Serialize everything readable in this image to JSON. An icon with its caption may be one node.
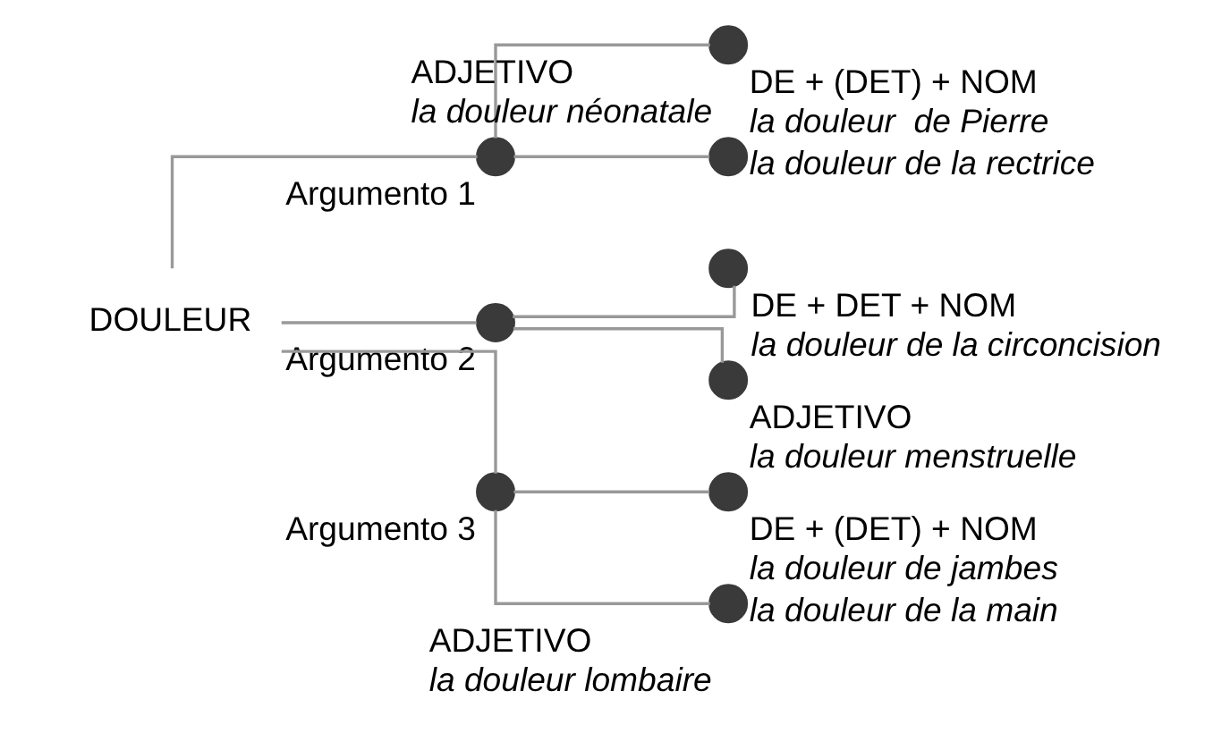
{
  "diagram": {
    "nodes": [
      {
        "text": [
          "DOULEUR"
        ]
      },
      {
        "text": [],
        "shape": "circle",
        "beside": [
          "Argumento 1"
        ]
      },
      {
        "text": [],
        "shape": "circle",
        "beside": [
          "DE + (DET) + NOM",
          "la douleur  de Pierre",
          "la douleur de la rectrice"
        ]
      },
      {
        "text": [],
        "shape": "circle",
        "beside": [
          "ADJETIVO",
          "la douleur néonatale"
        ]
      },
      {
        "text": [],
        "shape": "circle",
        "beside": [
          "Argumento 2"
        ]
      },
      {
        "text": [],
        "shape": "circle",
        "beside": [
          "DE + DET + NOM",
          "la douleur de la circoncision"
        ]
      },
      {
        "text": [],
        "shape": "circle",
        "beside": [
          "ADJETIVO",
          "la douleur menstruelle"
        ]
      },
      {
        "text": [],
        "shape": "circle",
        "beside": [
          "Argumento 3"
        ]
      },
      {
        "text": [],
        "shape": "circle",
        "beside": [
          "DE + (DET) + NOM",
          "la douleur de jambes",
          "la douleur de la main"
        ]
      },
      {
        "text": [],
        "shape": "circle",
        "beside": [
          "ADJETIVO",
          "la douleur lombaire"
        ]
      }
    ],
    "edges": [
      {
        "from": 0,
        "to": 1,
        "arrow": "none"
      },
      {
        "from": 0,
        "to": 4,
        "arrow": "none"
      },
      {
        "from": 0,
        "to": 7,
        "arrow": "none"
      },
      {
        "from": 1,
        "to": 2,
        "arrow": "none"
      },
      {
        "from": 1,
        "to": 3,
        "arrow": "none"
      },
      {
        "from": 4,
        "to": 5,
        "arrow": "none"
      },
      {
        "from": 4,
        "to": 6,
        "arrow": "none"
      },
      {
        "from": 7,
        "to": 8,
        "arrow": "none"
      },
      {
        "from": 7,
        "to": 9,
        "arrow": "none"
      }
    ]
  }
}
